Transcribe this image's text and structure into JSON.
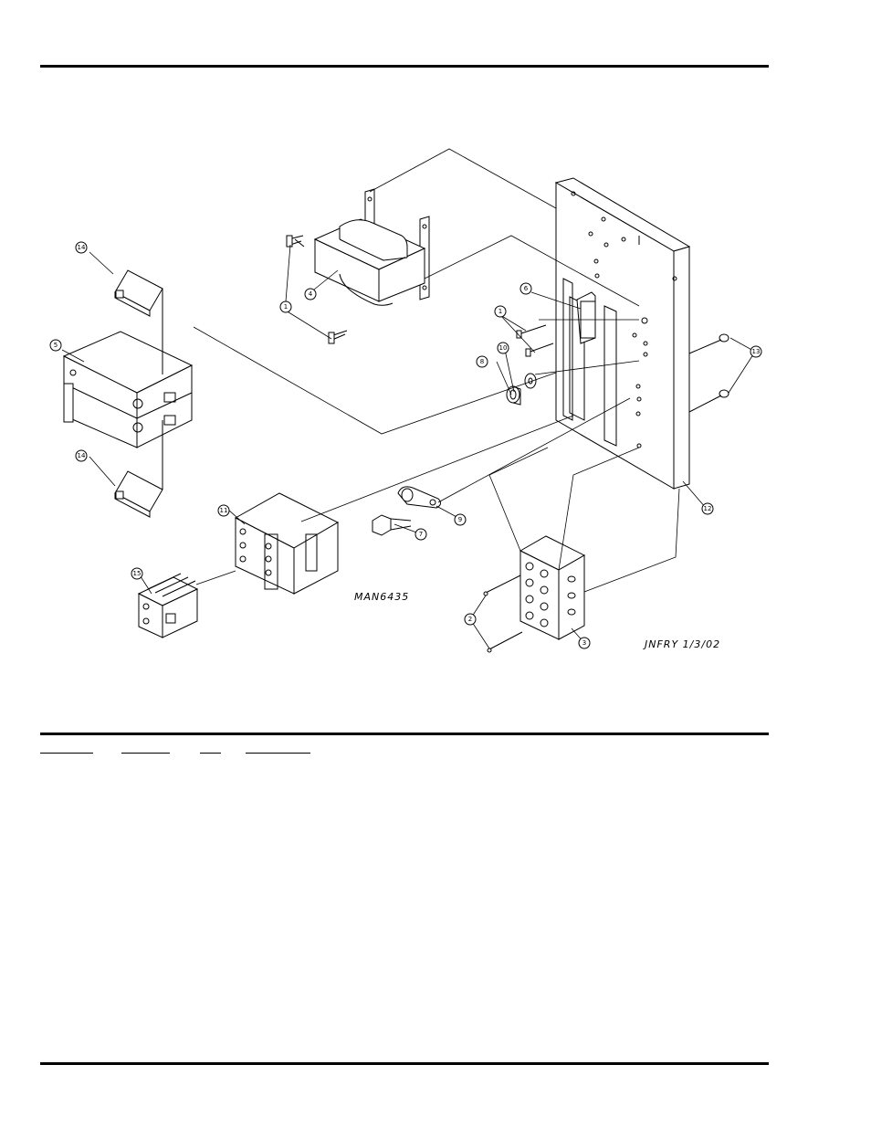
{
  "drawing": {
    "drawing_number": "MAN6435",
    "drafter_date": "JNFRY 1/3/02",
    "callouts": [
      {
        "id": "c1a",
        "label": "1"
      },
      {
        "id": "c1b",
        "label": "1"
      },
      {
        "id": "c2",
        "label": "2"
      },
      {
        "id": "c3",
        "label": "3"
      },
      {
        "id": "c4",
        "label": "4"
      },
      {
        "id": "c5",
        "label": "5"
      },
      {
        "id": "c6",
        "label": "6"
      },
      {
        "id": "c7",
        "label": "7"
      },
      {
        "id": "c8",
        "label": "8"
      },
      {
        "id": "c9",
        "label": "9"
      },
      {
        "id": "c10",
        "label": "10"
      },
      {
        "id": "c11",
        "label": "11"
      },
      {
        "id": "c12",
        "label": "12"
      },
      {
        "id": "c13",
        "label": "13"
      },
      {
        "id": "c14a",
        "label": "14"
      },
      {
        "id": "c14b",
        "label": "14"
      },
      {
        "id": "c15",
        "label": "15"
      }
    ]
  },
  "parts_table": {
    "columns": [
      "",
      "",
      "",
      ""
    ]
  }
}
